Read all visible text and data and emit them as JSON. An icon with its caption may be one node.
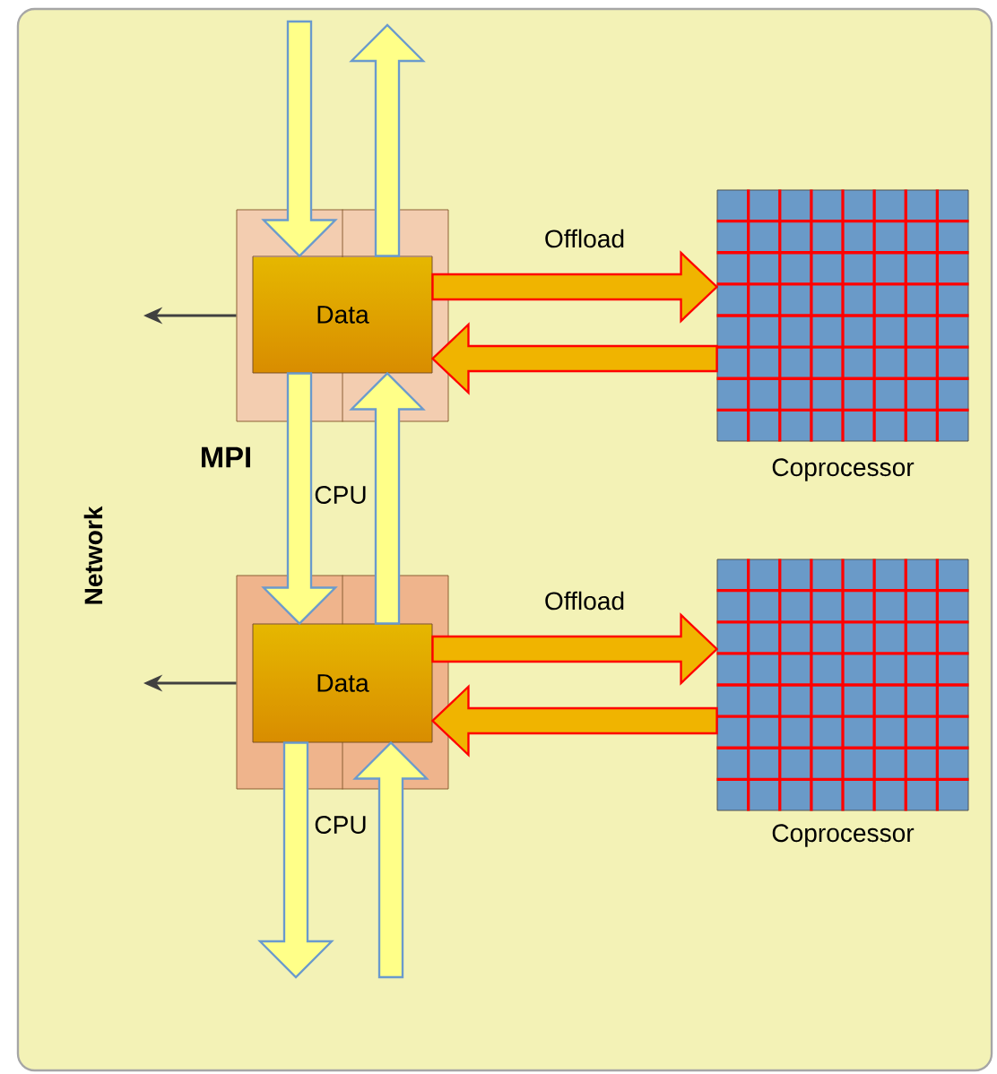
{
  "diagram": {
    "nodes": [
      {
        "text": [
          "Network"
        ]
      },
      {
        "text": [],
        "shape": "box",
        "beside": [
          "CPU"
        ],
        "in": 0
      },
      {
        "text": [
          "Data"
        ],
        "in": 1
      },
      {
        "text": [],
        "shape": "box",
        "beside": [
          "CPU"
        ],
        "in": 0
      },
      {
        "text": [
          "Data"
        ],
        "in": 3
      },
      {
        "text": [],
        "shape": "box",
        "beside": [
          "Coprocessor"
        ],
        "in": 0
      },
      {
        "text": [],
        "shape": "box",
        "beside": [
          "Coprocessor"
        ],
        "in": 0
      }
    ],
    "edges": [
      {
        "from": null,
        "to": 2,
        "arrow": "to",
        "style": "thick"
      },
      {
        "from": 2,
        "to": null,
        "arrow": "to",
        "style": "thick"
      },
      {
        "from": 2,
        "to": 4,
        "arrow": "to",
        "style": "thick"
      },
      {
        "from": 4,
        "to": 2,
        "arrow": "to",
        "style": "thick"
      },
      {
        "from": 4,
        "to": null,
        "arrow": "to",
        "style": "thick"
      },
      {
        "from": null,
        "to": 4,
        "arrow": "to",
        "style": "thick"
      },
      {
        "from": 2,
        "to": 5,
        "arrow": "to",
        "style": "thick",
        "color": "#f0b400",
        "label": "Offload"
      },
      {
        "from": 5,
        "to": 2,
        "arrow": "to",
        "style": "thick",
        "color": "#f0b400"
      },
      {
        "from": 4,
        "to": 6,
        "arrow": "to",
        "style": "thick",
        "color": "#f0b400",
        "label": "Offload"
      },
      {
        "from": 6,
        "to": 4,
        "arrow": "to",
        "style": "thick",
        "color": "#f0b400"
      },
      {
        "from": 1,
        "to": null,
        "arrow": "to",
        "color": "#404040"
      },
      {
        "from": 3,
        "to": null,
        "arrow": "to",
        "color": "#404040"
      }
    ],
    "labels": [
      "MPI"
    ]
  }
}
